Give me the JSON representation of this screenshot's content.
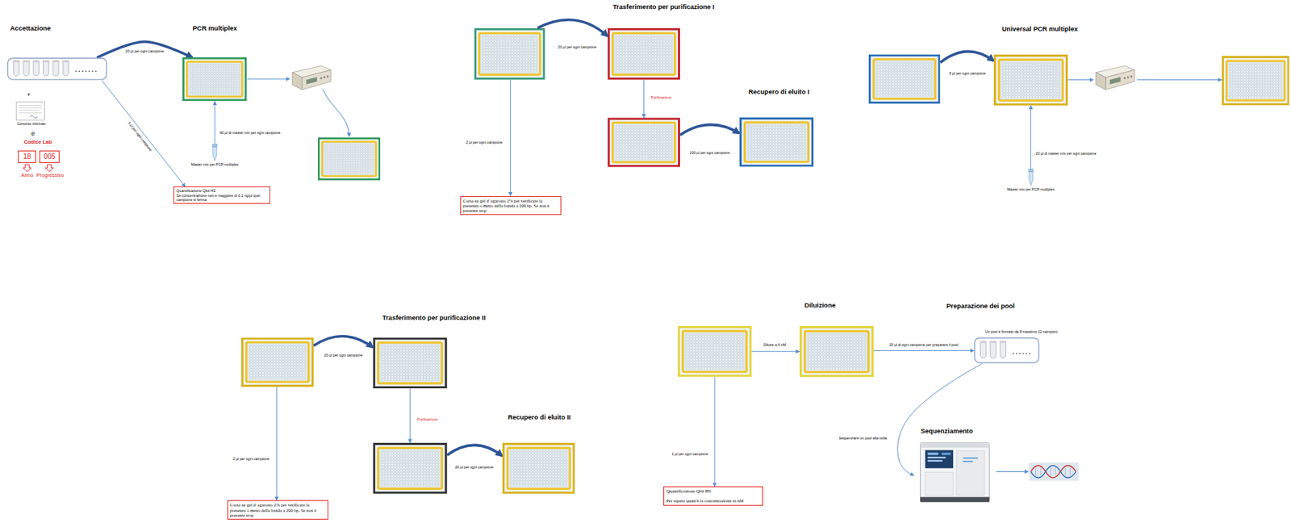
{
  "diagram": {
    "nodes": [
      {
        "text": [
          "Accettazione"
        ]
      },
      {
        "text": [
          "18"
        ]
      },
      {
        "text": [
          "005"
        ]
      },
      {
        "text": [
          "PCR multiplex"
        ]
      },
      {
        "text": [
          "Master mix per PCR multiplex"
        ]
      },
      {
        "text": [
          "Quantificazione Qbit HS",
          "Se concentrazione non è maggiore di 0.1 ng/µl quel campione si ferma"
        ]
      },
      {
        "text": [
          "Corsa su gel d' agarosio 2% per verificare la presenza o meno della banda a 200 bp. Se non è presente stop"
        ]
      },
      {
        "text": [
          "Recupero di eluito I"
        ]
      },
      {
        "text": [
          "Universal PCR multiplex"
        ]
      },
      {
        "text": [
          "Master mix per PCR multiplex"
        ]
      },
      {
        "text": [
          "Corsa su gel d' agarosio 2% per verificare la presenza o meno della banda a 200 bp. Se non è presente stop"
        ]
      },
      {
        "text": [
          "Recupero di eluito II"
        ]
      },
      {
        "text": [
          "Quantificazione Qbit HS",
          "Per sapere quant'è la concentrazione in nM"
        ]
      },
      {
        "text": [
          "Diluizione"
        ]
      },
      {
        "text": [
          "Preparazione dei pool",
          "Un pool è formato da 8 massimo 12 campioni."
        ]
      },
      {
        "text": [
          "Sequenziamento"
        ]
      }
    ],
    "edges": [
      {
        "from": 0,
        "to": 3,
        "label": "20 µl per ogni campione",
        "arrow": "to"
      },
      {
        "from": 0,
        "to": 5,
        "label": "5 µl per ogni campione",
        "arrow": "to"
      },
      {
        "from": 4,
        "to": 3,
        "label": "40 µl di master mix per ogni campione",
        "arrow": "to"
      },
      {
        "from": 9,
        "to": 8,
        "label": "20 µl di master mix per ogni campione",
        "arrow": "to"
      },
      {
        "from": 13,
        "to": 14,
        "label": "20 µl di ogni campione per preparare il pool",
        "arrow": "to"
      },
      {
        "from": 14,
        "to": 15,
        "label": "Sequenziare un pool alla volta",
        "arrow": "to"
      }
    ],
    "labels": [
      "+",
      "Consenso informato",
      "e",
      "Codice Lab",
      "Anno",
      "Progressivo",
      "Trasferimento per purificazione I",
      "20 µl per ogni campione",
      "2 µl per ogni campione",
      "Purificazione",
      "100 µl per ogni campione",
      "5 µl per ogni campione",
      "Trasferimento per purificazione II",
      "20 µl per ogni campione",
      "2 µl per ogni campione",
      "Purificazione",
      "20 µl per ogni campione",
      "Diluire a 4 nM",
      "1 µl per ogni campione"
    ]
  }
}
